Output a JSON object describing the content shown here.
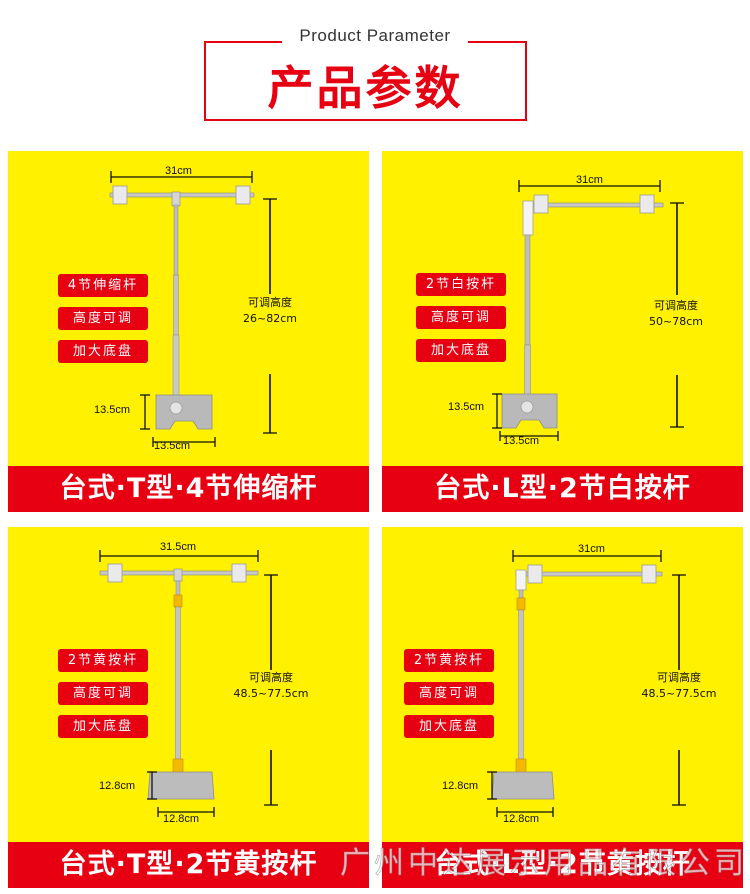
{
  "header": {
    "subtitle": "Product Parameter",
    "title": "产品参数"
  },
  "panels": [
    {
      "width_label": "31cm",
      "tags": [
        "4节伸缩杆",
        "高度可调",
        "加大底盘"
      ],
      "adjust_label": "可调高度",
      "adjust_range": "26~82cm",
      "base_height": "13.5cm",
      "base_width": "13.5cm",
      "title": "台式·T型·4节伸缩杆"
    },
    {
      "width_label": "31cm",
      "tags": [
        "2节白按杆",
        "高度可调",
        "加大底盘"
      ],
      "adjust_label": "可调高度",
      "adjust_range": "50~78cm",
      "base_height": "13.5cm",
      "base_width": "13.5cm",
      "title": "台式·L型·2节白按杆"
    },
    {
      "width_label": "31.5cm",
      "tags": [
        "2节黄按杆",
        "高度可调",
        "加大底盘"
      ],
      "adjust_label": "可调高度",
      "adjust_range": "48.5~77.5cm",
      "base_height": "12.8cm",
      "base_width": "12.8cm",
      "title": "台式·T型·2节黄按杆"
    },
    {
      "width_label": "31cm",
      "tags": [
        "2节黄按杆",
        "高度可调",
        "加大底盘"
      ],
      "adjust_label": "可调高度",
      "adjust_range": "48.5~77.5cm",
      "base_height": "12.8cm",
      "base_width": "12.8cm",
      "title": "台式·L型·2节黄按杆"
    }
  ],
  "watermark": "广州中达展示用品有限公司",
  "colors": {
    "panel_bg": "#fff100",
    "accent_red": "#e60012",
    "metal": "#b8b8b8"
  }
}
